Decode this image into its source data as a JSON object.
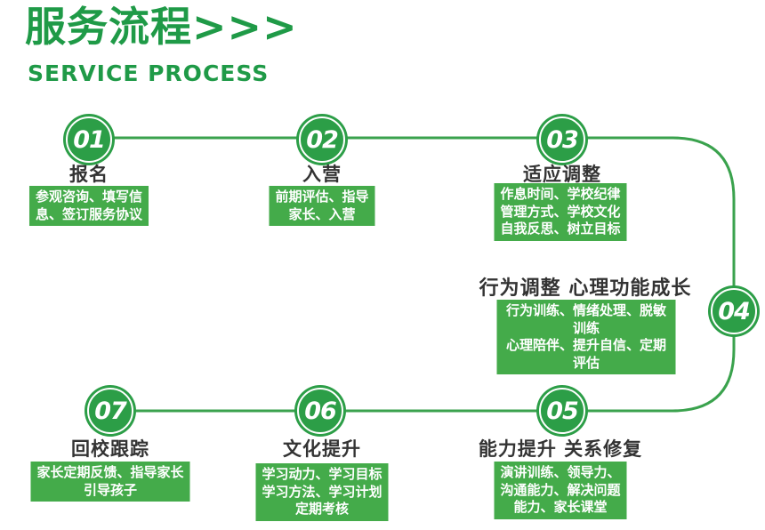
{
  "header": {
    "title": "服务流程>>>",
    "subtitle": "SERVICE PROCESS"
  },
  "colors": {
    "green_dark": "#1f9a47",
    "green_circle": "#2c9e47",
    "green_box": "#44ab4a",
    "green_line": "#3aa24d",
    "label_text": "#333333"
  },
  "steps": [
    {
      "number": "01",
      "label": "报名",
      "detail": "参观咨询、填写信\n息、签订服务协议"
    },
    {
      "number": "02",
      "label": "入营",
      "detail": "前期评估、指导\n家长、入营"
    },
    {
      "number": "03",
      "label": "适应调整",
      "detail": "作息时间、学校纪律\n管理方式、学校文化\n自我反思、树立目标"
    },
    {
      "number": "04",
      "label": "行为调整 心理功能成长",
      "detail": "行为训练、情绪处理、脱敏训练\n心理陪伴、提升自信、定期评估"
    },
    {
      "number": "05",
      "label": "能力提升 关系修复",
      "detail": "演讲训练、领导力、\n沟通能力、解决问题\n能力、家长课堂"
    },
    {
      "number": "06",
      "label": "文化提升",
      "detail": "学习动力、学习目标\n学习方法、学习计划\n定期考核"
    },
    {
      "number": "07",
      "label": "回校跟踪",
      "detail": "家长定期反馈、指导家长\n引导孩子"
    }
  ]
}
